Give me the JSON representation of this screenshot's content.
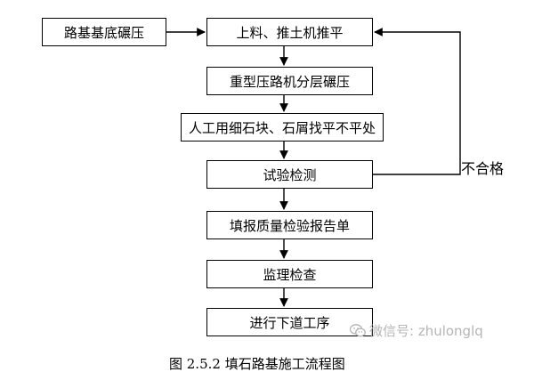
{
  "flowchart": {
    "source_step": "路基基底碾压",
    "steps": [
      "上料、推土机推平",
      "重型压路机分层碾压",
      "人工用细石块、石屑找平不平处",
      "试验检测",
      "填报质量检验报告单",
      "监理检查",
      "进行下道工序"
    ],
    "feedback_label": "不合格"
  },
  "caption": "图 2.5.2   填石路基施工流程图",
  "watermark": {
    "icon": "wechat-icon",
    "text": "微信号: zhulonglq"
  }
}
